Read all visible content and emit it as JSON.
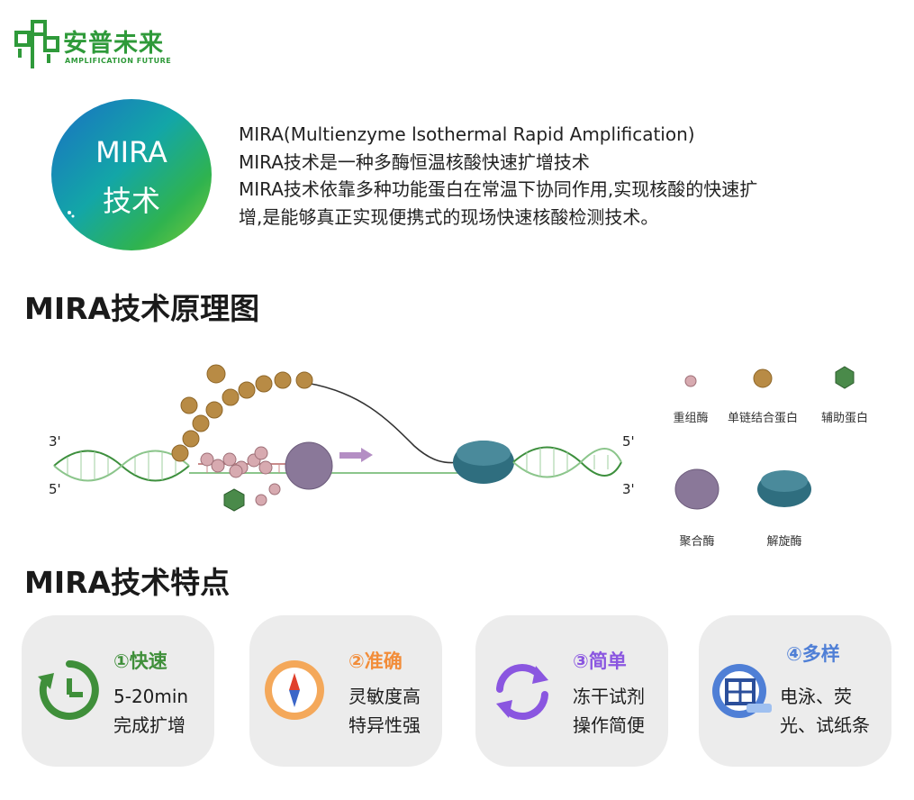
{
  "header": {
    "logo_cn": "安普未来",
    "logo_en": "AMPLIFICATION FUTURE"
  },
  "badge": {
    "line1": "MIRA",
    "line2": "技术"
  },
  "intro": {
    "lines": [
      "MIRA(Multienzyme lsothermal Rapid Amplification)",
      "MIRA技术是一种多酶恒温核酸快速扩增技术",
      "MIRA技术依靠多种功能蛋白在常温下协同作用,实现核酸的快速扩",
      "增,是能够真正实现便携式的现场快速核酸检测技术。"
    ]
  },
  "principle": {
    "title": "MIRA技术原理图",
    "end_labels": {
      "top_left": "3'",
      "bottom_left": "5'",
      "top_right": "5'",
      "bottom_right": "3'"
    },
    "legend": [
      {
        "label": "重组酶",
        "color": "#d7aab0"
      },
      {
        "label": "单链结合蛋白",
        "color": "#b88b45"
      },
      {
        "label": "辅助蛋白",
        "color": "#4a8a4a"
      },
      {
        "label": "聚合酶",
        "color": "#8a7899"
      },
      {
        "label": "解旋酶",
        "color": "#2f6e7f"
      }
    ]
  },
  "features": {
    "title": "MIRA技术特点",
    "cards": [
      {
        "title": "①快速",
        "lines": [
          "5-20min",
          "完成扩增"
        ],
        "color": "#3f8f3a",
        "icon": "clock-icon"
      },
      {
        "title": "②准确",
        "lines": [
          "灵敏度高",
          "特异性强"
        ],
        "color": "#f28d3a",
        "icon": "compass-icon"
      },
      {
        "title": "③简单",
        "lines": [
          "冻干试剂",
          "操作简便"
        ],
        "color": "#8a56e0",
        "icon": "refresh-icon"
      },
      {
        "title": "④多样",
        "lines": [
          "电泳、荧",
          "光、试纸条"
        ],
        "color": "#4f7fd6",
        "icon": "window-globe-icon"
      }
    ]
  }
}
